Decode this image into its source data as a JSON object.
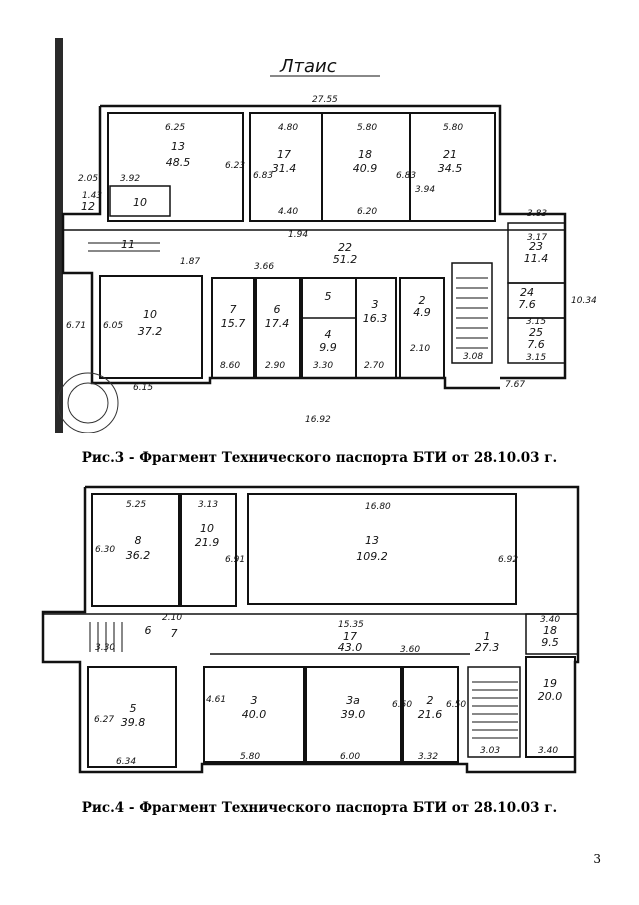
{
  "plan1": {
    "handwritten_title": "Лтаис",
    "dimensions": [
      "27.55",
      "16.92",
      "6.25",
      "4.80",
      "5.80",
      "5.80",
      "3.92",
      "4.40",
      "6.20",
      "3.94",
      "1.94",
      "3.66",
      "1.87",
      "6.15",
      "8.60",
      "2.90",
      "3.30",
      "2.70",
      "2.10",
      "3.08",
      "7.67",
      "3.15",
      "3.15",
      "3.83",
      "3.17",
      "10.34",
      "6.71",
      "6.05",
      "6.23",
      "6.83",
      "6.83",
      "2.05",
      "1.43"
    ],
    "rooms": [
      {
        "num": "13",
        "area": "48.5"
      },
      {
        "num": "17",
        "area": "31.4"
      },
      {
        "num": "18",
        "area": "40.9"
      },
      {
        "num": "21",
        "area": "34.5"
      },
      {
        "num": "12",
        "area": ""
      },
      {
        "num": "10",
        "area": ""
      },
      {
        "num": "11",
        "area": ""
      },
      {
        "num": "22",
        "area": "51.2"
      },
      {
        "num": "10",
        "area": "37.2"
      },
      {
        "num": "7",
        "area": "15.7"
      },
      {
        "num": "6",
        "area": "17.4"
      },
      {
        "num": "5",
        "area": ""
      },
      {
        "num": "4",
        "area": "9.9"
      },
      {
        "num": "3",
        "area": "16.3"
      },
      {
        "num": "2",
        "area": "4.9"
      },
      {
        "num": "23",
        "area": "11.4"
      },
      {
        "num": "24",
        "area": "7.6"
      },
      {
        "num": "25",
        "area": "7.6"
      }
    ]
  },
  "plan2": {
    "dimensions": [
      "5.25",
      "3.13",
      "16.80",
      "15.35",
      "3.40",
      "6.30",
      "6.91",
      "6.92",
      "3.30",
      "6.34",
      "5.80",
      "6.00",
      "3.32",
      "3.03",
      "3.40",
      "3.60",
      "6.27",
      "4.61",
      "6.50",
      "6.50",
      "2.10"
    ],
    "rooms": [
      {
        "num": "8",
        "area": "36.2"
      },
      {
        "num": "10",
        "area": "21.9"
      },
      {
        "num": "13",
        "area": "109.2"
      },
      {
        "num": "17",
        "area": "43.0"
      },
      {
        "num": "1",
        "area": "27.3"
      },
      {
        "num": "18",
        "area": "9.5"
      },
      {
        "num": "5",
        "area": "39.8"
      },
      {
        "num": "3",
        "area": "40.0"
      },
      {
        "num": "3а",
        "area": "39.0"
      },
      {
        "num": "2",
        "area": "21.6"
      },
      {
        "num": "19",
        "area": "20.0"
      },
      {
        "num": "6",
        "area": ""
      },
      {
        "num": "7",
        "area": ""
      }
    ]
  },
  "captions": {
    "fig3": "Рис.3 - Фрагмент Технического паспорта БТИ от 28.10.03 г.",
    "fig4": "Рис.4 - Фрагмент Технического паспорта БТИ от 28.10.03 г."
  },
  "page_number": "3",
  "colors": {
    "ink": "#111111",
    "scan_dark": "#2a2a2a",
    "paper": "#ffffff"
  }
}
